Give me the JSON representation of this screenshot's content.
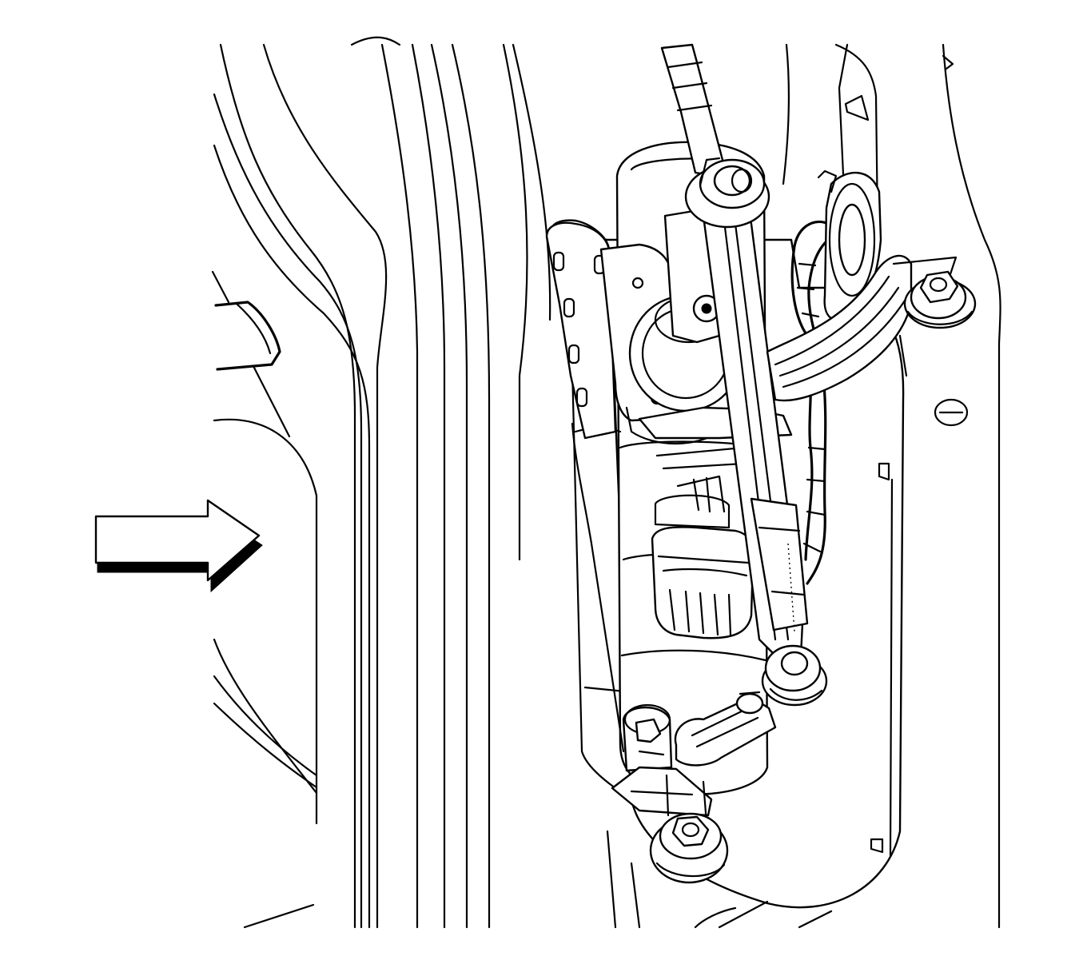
{
  "diagram": {
    "kind": "service-illustration",
    "colors": {
      "line": "#000000",
      "background": "#ffffff"
    },
    "parts": [
      "body-pillar-panel",
      "wiper-module",
      "motor-housing",
      "electrical-connector",
      "wire-harness",
      "mounting-bracket",
      "mounting-bolt",
      "mounting-nut",
      "direction-arrow"
    ]
  }
}
